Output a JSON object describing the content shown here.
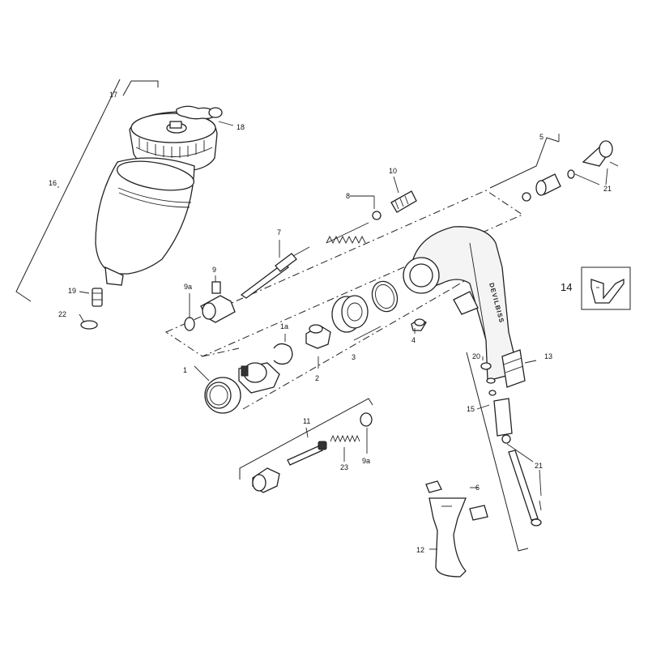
{
  "brand_text": "DEVILBISS",
  "callouts": {
    "c1": "1",
    "c1a": "1a",
    "c2": "2",
    "c3": "3",
    "c4": "4",
    "c5": "5",
    "c6": "6",
    "c7": "7",
    "c8": "8",
    "c9": "9",
    "c9a_top": "9a",
    "c9a_bottom": "9a",
    "c10": "10",
    "c11": "11",
    "c12": "12",
    "c13": "13",
    "c14": "14",
    "c15": "15",
    "c16": "16",
    "c17": "17",
    "c18": "18",
    "c19": "19",
    "c20": "20",
    "c21_top": "21",
    "c21_bottom": "21",
    "c22": "22",
    "c23": "23"
  }
}
